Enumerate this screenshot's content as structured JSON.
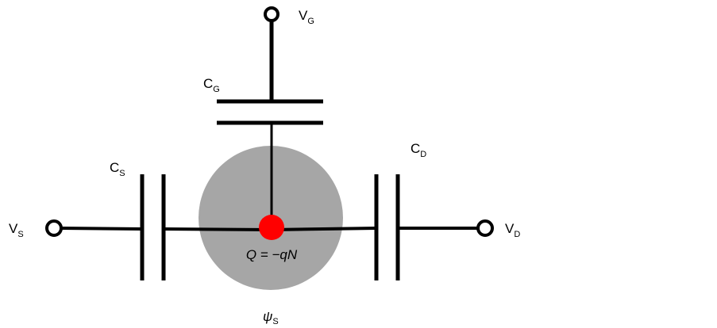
{
  "diagram": {
    "title": "Single-electron transistor equivalent circuit",
    "colors": {
      "wire": "#000000",
      "island": "#a6a6a6",
      "charge": "#ff0000",
      "background": "#ffffff"
    },
    "terminals": {
      "gate": {
        "main": "V",
        "sub": "G"
      },
      "source": {
        "main": "V",
        "sub": "S"
      },
      "drain": {
        "main": "V",
        "sub": "D"
      }
    },
    "capacitors": {
      "gate": {
        "main": "C",
        "sub": "G"
      },
      "source": {
        "main": "C",
        "sub": "S"
      },
      "drain": {
        "main": "C",
        "sub": "D"
      }
    },
    "island": {
      "charge_label": "Q = −qN",
      "potential": {
        "main": "ψ",
        "sub": "S"
      }
    }
  }
}
